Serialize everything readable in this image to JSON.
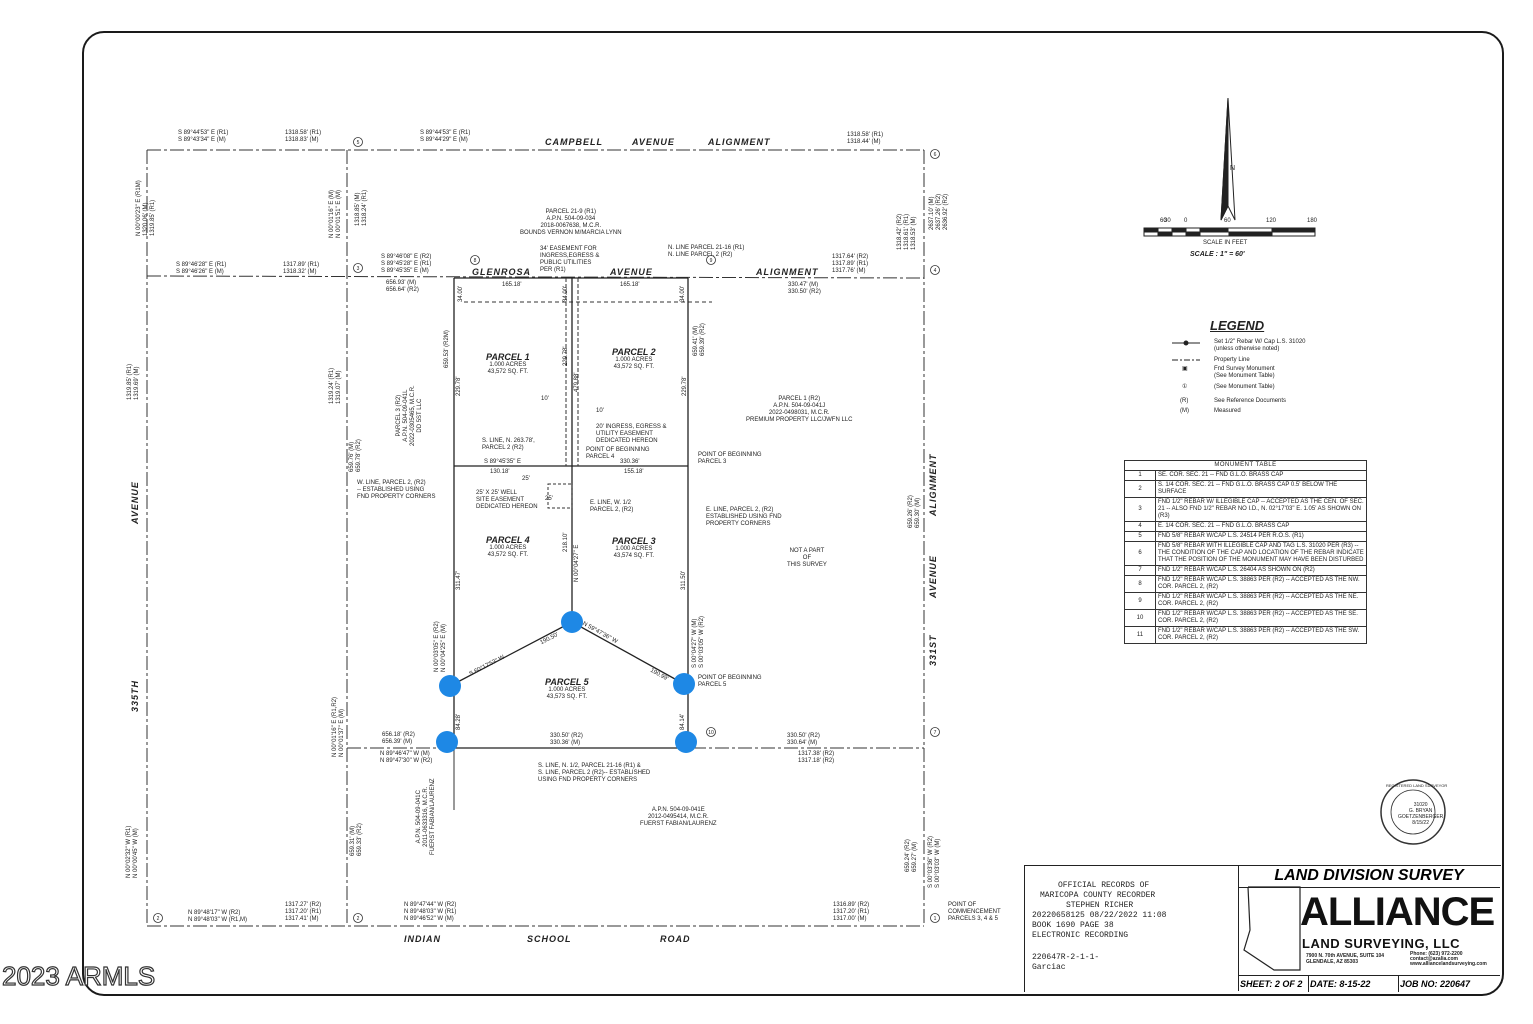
{
  "watermark": "2023 ARMLS",
  "roads": {
    "north": [
      "CAMPBELL",
      "AVENUE",
      "ALIGNMENT"
    ],
    "glenrosa": [
      "GLENROSA",
      "AVENUE",
      "ALIGNMENT"
    ],
    "south": [
      "INDIAN",
      "SCHOOL",
      "ROAD"
    ],
    "west": [
      "AVENUE",
      "335TH"
    ],
    "east": [
      "ALIGNMENT",
      "AVENUE",
      "331ST"
    ]
  },
  "parcels": [
    {
      "title": "PARCEL 1",
      "acres": "1.000 ACRES",
      "sqft": "43,572 SQ. FT."
    },
    {
      "title": "PARCEL 2",
      "acres": "1.000 ACRES",
      "sqft": "43,572 SQ. FT."
    },
    {
      "title": "PARCEL 4",
      "acres": "1.000 ACRES",
      "sqft": "43,572 SQ. FT."
    },
    {
      "title": "PARCEL 3",
      "acres": "1.000 ACRES",
      "sqft": "43,574 SQ. FT."
    },
    {
      "title": "PARCEL 5",
      "acres": "1.000 ACRES",
      "sqft": "43,573 SQ. FT."
    }
  ],
  "notes": {
    "parcel21_9": [
      "PARCEL 21-9 (R1)",
      "A.P.N. 504-09-034",
      "2018-0067638, M.C.R.",
      "BOUNDS VERNON M/MARCIA LYNN"
    ],
    "easement34": [
      "34' EASEMENT FOR",
      "INGRESS,EGRESS &",
      "PUBLIC UTILITIES",
      "PER (R1)"
    ],
    "nline": [
      "N. LINE PARCEL 21-16 (R1)",
      "N. LINE PARCEL 2 (R2)"
    ],
    "parcel1r2": [
      "PARCEL 1 (R2)",
      "A.P.N. 504-09-041J",
      "2022-0498031, M.C.R.",
      "PREMIUM PROPERTY LLC/JWFN LLC"
    ],
    "parcel3r2": [
      "PARCEL 3 (R2)",
      "A.P.N. 504-09-041L",
      "2022-0305465, M.C.R.",
      "DD 5ST LLC"
    ],
    "easement20": [
      "20' INGRESS, EGRESS &",
      "UTILITY EASEMENT",
      "DEDICATED HEREON"
    ],
    "sline": [
      "S. LINE, N. 263.78',",
      "PARCEL 2 (R2)"
    ],
    "pob4": [
      "POINT OF BEGINNING",
      "PARCEL 4"
    ],
    "pob3": [
      "POINT OF BEGINNING",
      "PARCEL 3"
    ],
    "pob5": [
      "POINT OF BEGINNING",
      "PARCEL 5"
    ],
    "wline": [
      "W. LINE, PARCEL 2, (R2)",
      "-- ESTABLISHED USING",
      "FND PROPERTY CORNERS"
    ],
    "well": [
      "25' X 25' WELL",
      "SITE EASEMENT",
      "DEDICATED HEREON"
    ],
    "eline_half": [
      "E. LINE, W. 1/2",
      "PARCEL 2, (R2)"
    ],
    "eline2": [
      "E. LINE, PARCEL 2, (R2)",
      "ESTABLISHED USING FND",
      "PROPERTY CORNERS"
    ],
    "notpart": [
      "NOT A PART",
      "OF",
      "THIS SURVEY"
    ],
    "slinebottom": [
      "S. LINE, N. 1/2, PARCEL 21-16 (R1) &",
      "S. LINE, PARCEL 2 (R2)-- ESTABLISHED",
      "USING FND PROPERTY CORNERS"
    ],
    "apn041e": [
      "A.P.N. 504-09-041E",
      "2012-0495414, M.C.R.",
      "FUERST FABIAN/LAURENZ"
    ],
    "apn041c": [
      "A.P.N. 504-09-041C",
      "2011-0633316, M.C.R.",
      "FUERST FABIAN/LAURENZ"
    ],
    "poc": [
      "POINT OF",
      "COMMENCEMENT",
      "PARCELS 3, 4 & 5"
    ]
  },
  "bearings": {
    "top_left": [
      "S 89°44'53\" E (R1)",
      "S 89°43'34\" E (M)"
    ],
    "top_left_d": [
      "1318.58' (R1)",
      "1318.83' (M)"
    ],
    "top_right": [
      "S 89°44'53\" E (R1)",
      "S 89°44'29\" E (M)"
    ],
    "top_right_d": [
      "1318.58' (R1)",
      "1318.44' (M)"
    ],
    "mid_left": [
      "S 89°46'28\" E (R1)",
      "S 89°46'26\" E (M)"
    ],
    "mid_left_d": [
      "1317.89' (R1)",
      "1318.32' (M)"
    ],
    "mid_center": [
      "S 89°46'08\" E (R2)",
      "S 89°45'28\" E (R1)",
      "S 89°45'35\" E (M)"
    ],
    "mid_center_d": [
      "656.93' (M)",
      "656.64' (R2)"
    ],
    "mid_right_d": [
      "1317.64' (R2)",
      "1317.89' (R1)",
      "1317.76' (M)"
    ],
    "mid_right_d2": [
      "330.47' (M)",
      "330.50' (R2)"
    ],
    "bot_center": [
      "N 89°46'47\" W (M)",
      "N 89°47'30\" W (R2)"
    ],
    "bot_center_d": [
      "656.18' (R2)",
      "656.39' (M)"
    ],
    "bot_p5_d": [
      "330.50' (R2)",
      "330.36' (M)"
    ],
    "bot_right_d": [
      "330.50' (R2)",
      "330.64' (M)"
    ],
    "bot_right_d2": [
      "1317.38' (R2)",
      "1317.18' (R2)"
    ],
    "south_left": [
      "N 89°48'17\" W (R2)",
      "N 89°48'03\" W (R1,M)"
    ],
    "south_left_d": [
      "1317.27' (R2)",
      "1317.20' (R1)",
      "1317.41' (M)"
    ],
    "south_center": [
      "N 89°47'44\" W (R2)",
      "N 89°48'03\" W (R1)",
      "N 89°46'52\" W (M)"
    ],
    "south_right_d": [
      "1316.89' (R2)",
      "1317.20' (R1)",
      "1317.00' (M)"
    ],
    "dims": {
      "d165a": "165.18'",
      "d165b": "165.18'",
      "d34a": "34.00'",
      "d34b": "34.00'",
      "d34c": "34.00'",
      "d229a": "229.78'",
      "d229b": "229.78'",
      "d229c": "229.78'",
      "d479": "479.88'",
      "d10a": "10'",
      "d10b": "10'",
      "d330": "330.36'",
      "d155": "155.18'",
      "d130": "130.18'",
      "dbear": "S 89°45'35\" E",
      "d25a": "25'",
      "d25b": "25'",
      "d218": "218.10'",
      "d311a": "311.47'",
      "d311b": "311.50'",
      "d190a": "190.50'",
      "d190b": "190.99'",
      "bear_sw": "S 60°17'53\" W",
      "bear_se": "N 59°47'36\" W",
      "bear_n": "N 00°04'27\" E",
      "d84a": "84.28'",
      "d84b": "84.14'",
      "d659a": "659.53' (R2M)",
      "d659b": [
        "659.41' (M)",
        "659.39' (R2)"
      ],
      "d1319a": [
        "1319.24' (R1)",
        "1319.07' (M)"
      ],
      "d1319b": [
        "1319.85' (R1)",
        "1319.69' (M)"
      ],
      "d1320": [
        "N 00°00'23\" E (R1M)",
        "1320.06' (M)",
        "1319.85' (R1)"
      ],
      "d1318": [
        "N 00°01'16\" E (M)",
        "N 00°01'51\" E (M)",
        "1318.85' (M)",
        "1318.24' (R1)"
      ],
      "east_top": [
        "1318.42' (R2)",
        "1318.61' (R1)",
        "1318.53' (M)"
      ],
      "east_top2": [
        "2637.10' (M)",
        "2637.26' (R2)",
        "2636.92' (R2)"
      ],
      "east_mid": [
        "659.26' (R2)",
        "659.30' (M)"
      ],
      "west_mid": [
        "659.76' (M)",
        "659.78' (R2)"
      ],
      "west_low": [
        "N 00°01'16\" E (R1,R2)",
        "N 00°01'37\" E (M)"
      ],
      "west_bot": [
        "N 00°02'32\" W (R1)",
        "N 00°00'45\" W (M)"
      ],
      "west_bot2": [
        "659.31' (M)",
        "659.33' (R2)"
      ],
      "p4_left": [
        "N 00°03'05\" E (R2)",
        "N 00°04'25\" E (M)"
      ],
      "p3_right": [
        "S 00°04'27\" W (M)",
        "S 00°03'05\" W (R2)"
      ],
      "east_bot": [
        "659.24' (R2)",
        "659.27' (M)"
      ],
      "east_bot2": [
        "S 00°03'36\" W (R2)",
        "S 00°03'03\" W (M)"
      ]
    }
  },
  "scale": {
    "ticks": [
      "60",
      "30",
      "0",
      "60",
      "120",
      "180"
    ],
    "label": "SCALE IN FEET",
    "ratio": "SCALE : 1\" = 60'",
    "north": "N"
  },
  "legend": {
    "title": "LEGEND",
    "items": [
      {
        "sym": "",
        "text": [
          "Set 1/2\" Rebar W/ Cap L.S. 31020",
          "(unless otherwise noted)"
        ]
      },
      {
        "sym": "",
        "text": [
          "Property Line"
        ]
      },
      {
        "sym": "▣",
        "text": [
          "Fnd Survey Monument",
          "(See Monument Table)"
        ]
      },
      {
        "sym": "①",
        "text": [
          "(See Monument Table)"
        ]
      },
      {
        "sym": "(R)",
        "text": [
          "See Reference Documents"
        ]
      },
      {
        "sym": "(M)",
        "text": [
          "Measured"
        ]
      }
    ]
  },
  "monument_table": {
    "title": "MONUMENT TABLE",
    "rows": [
      {
        "n": "1",
        "text": "SE. COR. SEC. 21 -- FND G.L.O. BRASS CAP"
      },
      {
        "n": "2",
        "text": "S. 1/4 COR. SEC. 21 -- FND G.L.O. BRASS CAP 0.5' BELOW THE SURFACE"
      },
      {
        "n": "3",
        "text": "FND 1/2\" REBAR W/ ILLEGIBLE CAP -- ACCEPTED AS THE CEN. OF SEC. 21 -- ALSO FND 1/2\" REBAR NO I.D., N. 02°17'03\" E. 1.05' AS SHOWN ON (R3)"
      },
      {
        "n": "4",
        "text": "E. 1/4 COR. SEC. 21 -- FND G.L.O. BRASS CAP"
      },
      {
        "n": "5",
        "text": "FND 5/8\" REBAR W/CAP L.S. 24514 PER R.O.S. (R1)"
      },
      {
        "n": "6",
        "text": "FND 5/8\" REBAR WITH ILLEGIBLE CAP AND TAG L.S. 31020 PER (R3) -- THE CONDITION OF THE CAP AND LOCATION OF THE REBAR INDICATE THAT THE POSITION OF THE MONUMENT MAY HAVE BEEN DISTURBED"
      },
      {
        "n": "7",
        "text": "FND 1/2\" REBAR W/CAP L.S. 26404 AS SHOWN ON (R2)"
      },
      {
        "n": "8",
        "text": "FND 1/2\" REBAR W/CAP L.S. 38863 PER (R2) -- ACCEPTED AS THE NW. COR. PARCEL 2, (R2)"
      },
      {
        "n": "9",
        "text": "FND 1/2\" REBAR W/CAP L.S. 38863 PER (R2) -- ACCEPTED AS THE NE. COR. PARCEL 2, (R2)"
      },
      {
        "n": "10",
        "text": "FND 1/2\" REBAR W/CAP L.S. 38863 PER (R2) -- ACCEPTED AS THE SE. COR. PARCEL 2, (R2)"
      },
      {
        "n": "11",
        "text": "FND 1/2\" REBAR W/CAP L.S. 38863 PER (R2) -- ACCEPTED AS THE SW. COR. PARCEL 2, (R2)"
      }
    ]
  },
  "recording": {
    "lines": [
      "OFFICIAL RECORDS OF",
      "MARICOPA COUNTY RECORDER",
      "STEPHEN RICHER",
      "20220658125  08/22/2022  11:08",
      "BOOK 1690  PAGE 38",
      "ELECTRONIC RECORDING"
    ],
    "id_lines": [
      "220647R-2-1-1-",
      "Garciac"
    ]
  },
  "title_block": {
    "title": "LAND DIVISION SURVEY",
    "company": "ALLIANCE",
    "company2": "LAND SURVEYING, LLC",
    "address": [
      "7900 N. 70th AVENUE, SUITE 104",
      "GLENDALE, AZ 85303"
    ],
    "contact": [
      "Phone: (623) 972-2200",
      "contact@azalia.com",
      "www.alliancelandsurveying.com"
    ],
    "sheet": "SHEET:  2  OF  2",
    "date": "DATE:  8-15-22",
    "job": "JOB NO:  220647"
  },
  "seal": {
    "lines": [
      "REGISTERED LAND SURVEYOR",
      "31020",
      "G. BRYAN",
      "GOETZENBERGER",
      "8/15/22"
    ]
  },
  "monument_ids": [
    "1",
    "2",
    "3",
    "4",
    "5",
    "6",
    "7",
    "8",
    "9",
    "10",
    "11"
  ]
}
